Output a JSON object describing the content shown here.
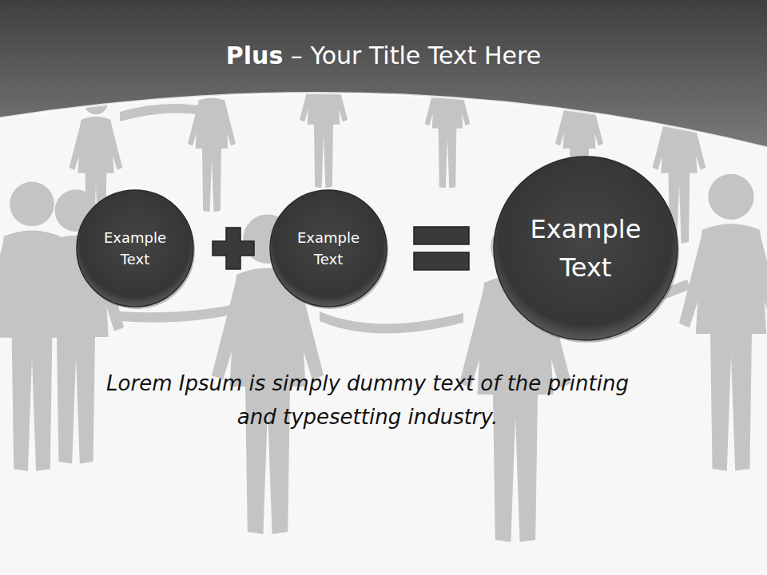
{
  "diagram": {
    "title": "Plus – Your Title Text Here",
    "nodes": [
      {
        "text": [
          "Example Text"
        ]
      },
      {
        "text": [
          "Example Text"
        ]
      },
      {
        "text": [
          "Example Text"
        ]
      }
    ],
    "caption": "Lorem Ipsum is simply dummy text of the printing and typesetting industry."
  }
}
